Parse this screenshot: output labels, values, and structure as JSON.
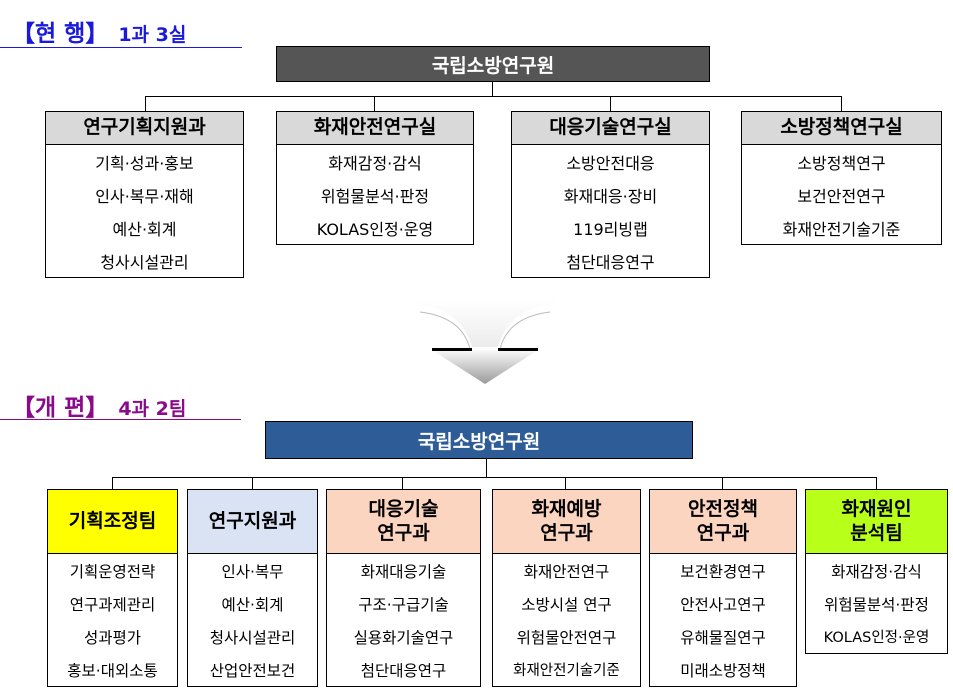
{
  "current": {
    "heading": "【현 행】",
    "summary": "1과 3실",
    "root": "국립소방연구원",
    "units": [
      {
        "name": "연구기획지원과",
        "items": [
          "기획·성과·홍보",
          "인사·복무·재해",
          "예산·회계",
          "청사시설관리"
        ]
      },
      {
        "name": "화재안전연구실",
        "items": [
          "화재감정·감식",
          "위험물분석·판정",
          "KOLAS인정·운영"
        ]
      },
      {
        "name": "대응기술연구실",
        "items": [
          "소방안전대응",
          "화재대응·장비",
          "119리빙랩",
          "첨단대응연구"
        ]
      },
      {
        "name": "소방정책연구실",
        "items": [
          "소방정책연구",
          "보건안전연구",
          "화재안전기술기준"
        ]
      }
    ]
  },
  "reorganized": {
    "heading": "【개 편】",
    "summary": "4과 2팀",
    "root": "국립소방연구원",
    "units": [
      {
        "name": "기획조정팀",
        "color": "#ffff00",
        "items": [
          "기획운영전략",
          "연구과제관리",
          "성과평가",
          "홍보·대외소통"
        ]
      },
      {
        "name": "연구지원과",
        "color": "#dae3f3",
        "items": [
          "인사·복무",
          "예산·회계",
          "청사시설관리",
          "산업안전보건"
        ]
      },
      {
        "name": "대응기술 연구과",
        "color": "#fcd5c0",
        "items": [
          "화재대응기술",
          "구조·구급기술",
          "실용화기술연구",
          "첨단대응연구"
        ]
      },
      {
        "name": "화재예방 연구과",
        "color": "#fcd5c0",
        "items": [
          "화재안전연구",
          "소방시설 연구",
          "위험물안전연구",
          "화재안전기술기준"
        ]
      },
      {
        "name": "안전정책 연구과",
        "color": "#fcd5c0",
        "items": [
          "보건환경연구",
          "안전사고연구",
          "유해물질연구",
          "미래소방정책"
        ]
      },
      {
        "name": "화재원인 분석팀",
        "color": "#b8ff1a",
        "items": [
          "화재감정·감식",
          "위험물분석·판정",
          "KOLAS인정·운영"
        ]
      }
    ]
  },
  "colors": {
    "current_title": "#1a1ad8",
    "reorg_title": "#8b0a8b",
    "current_root": "#555555",
    "reorg_root": "#2d5c96"
  }
}
